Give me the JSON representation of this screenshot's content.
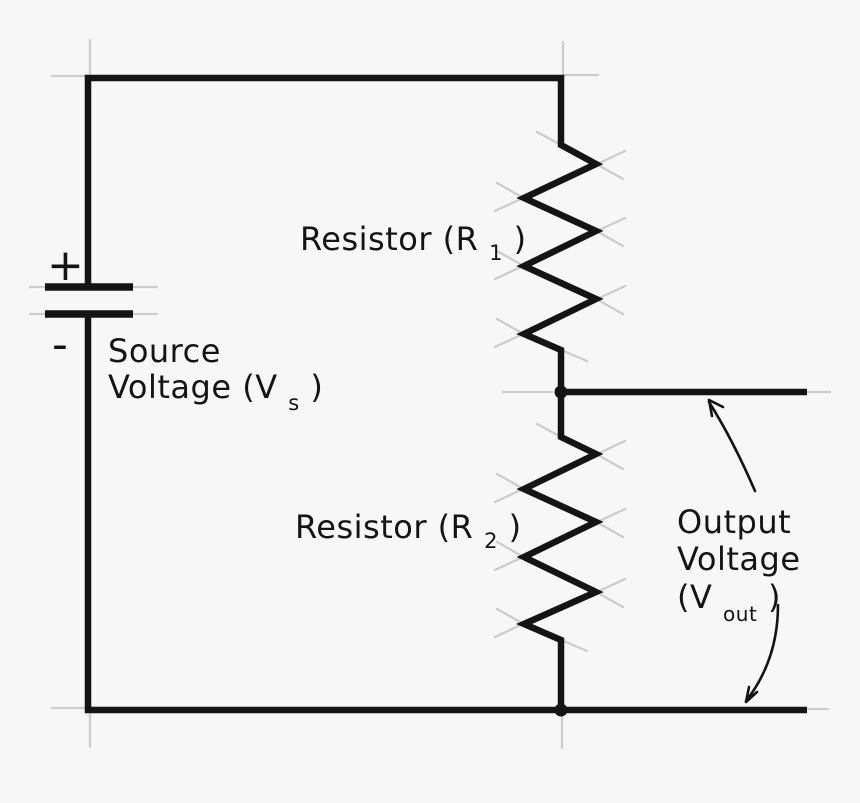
{
  "colors": {
    "background": "#f7f7f7",
    "ink": "#141414",
    "sketch": "#c5c5c5"
  },
  "source": {
    "plus": "+",
    "minus": "-",
    "label_line1": "Source",
    "label_line2_main": "Voltage (V",
    "label_line2_sub": "s",
    "label_line2_close": ")"
  },
  "resistor1": {
    "label_main": "Resistor (R",
    "label_sub": "1",
    "label_close": ")"
  },
  "resistor2": {
    "label_main": "Resistor (R",
    "label_sub": "2",
    "label_close": ")"
  },
  "output": {
    "label_line1": "Output",
    "label_line2": "Voltage",
    "label_line3_main": "(V",
    "label_line3_sub": "out",
    "label_line3_close": ")"
  }
}
